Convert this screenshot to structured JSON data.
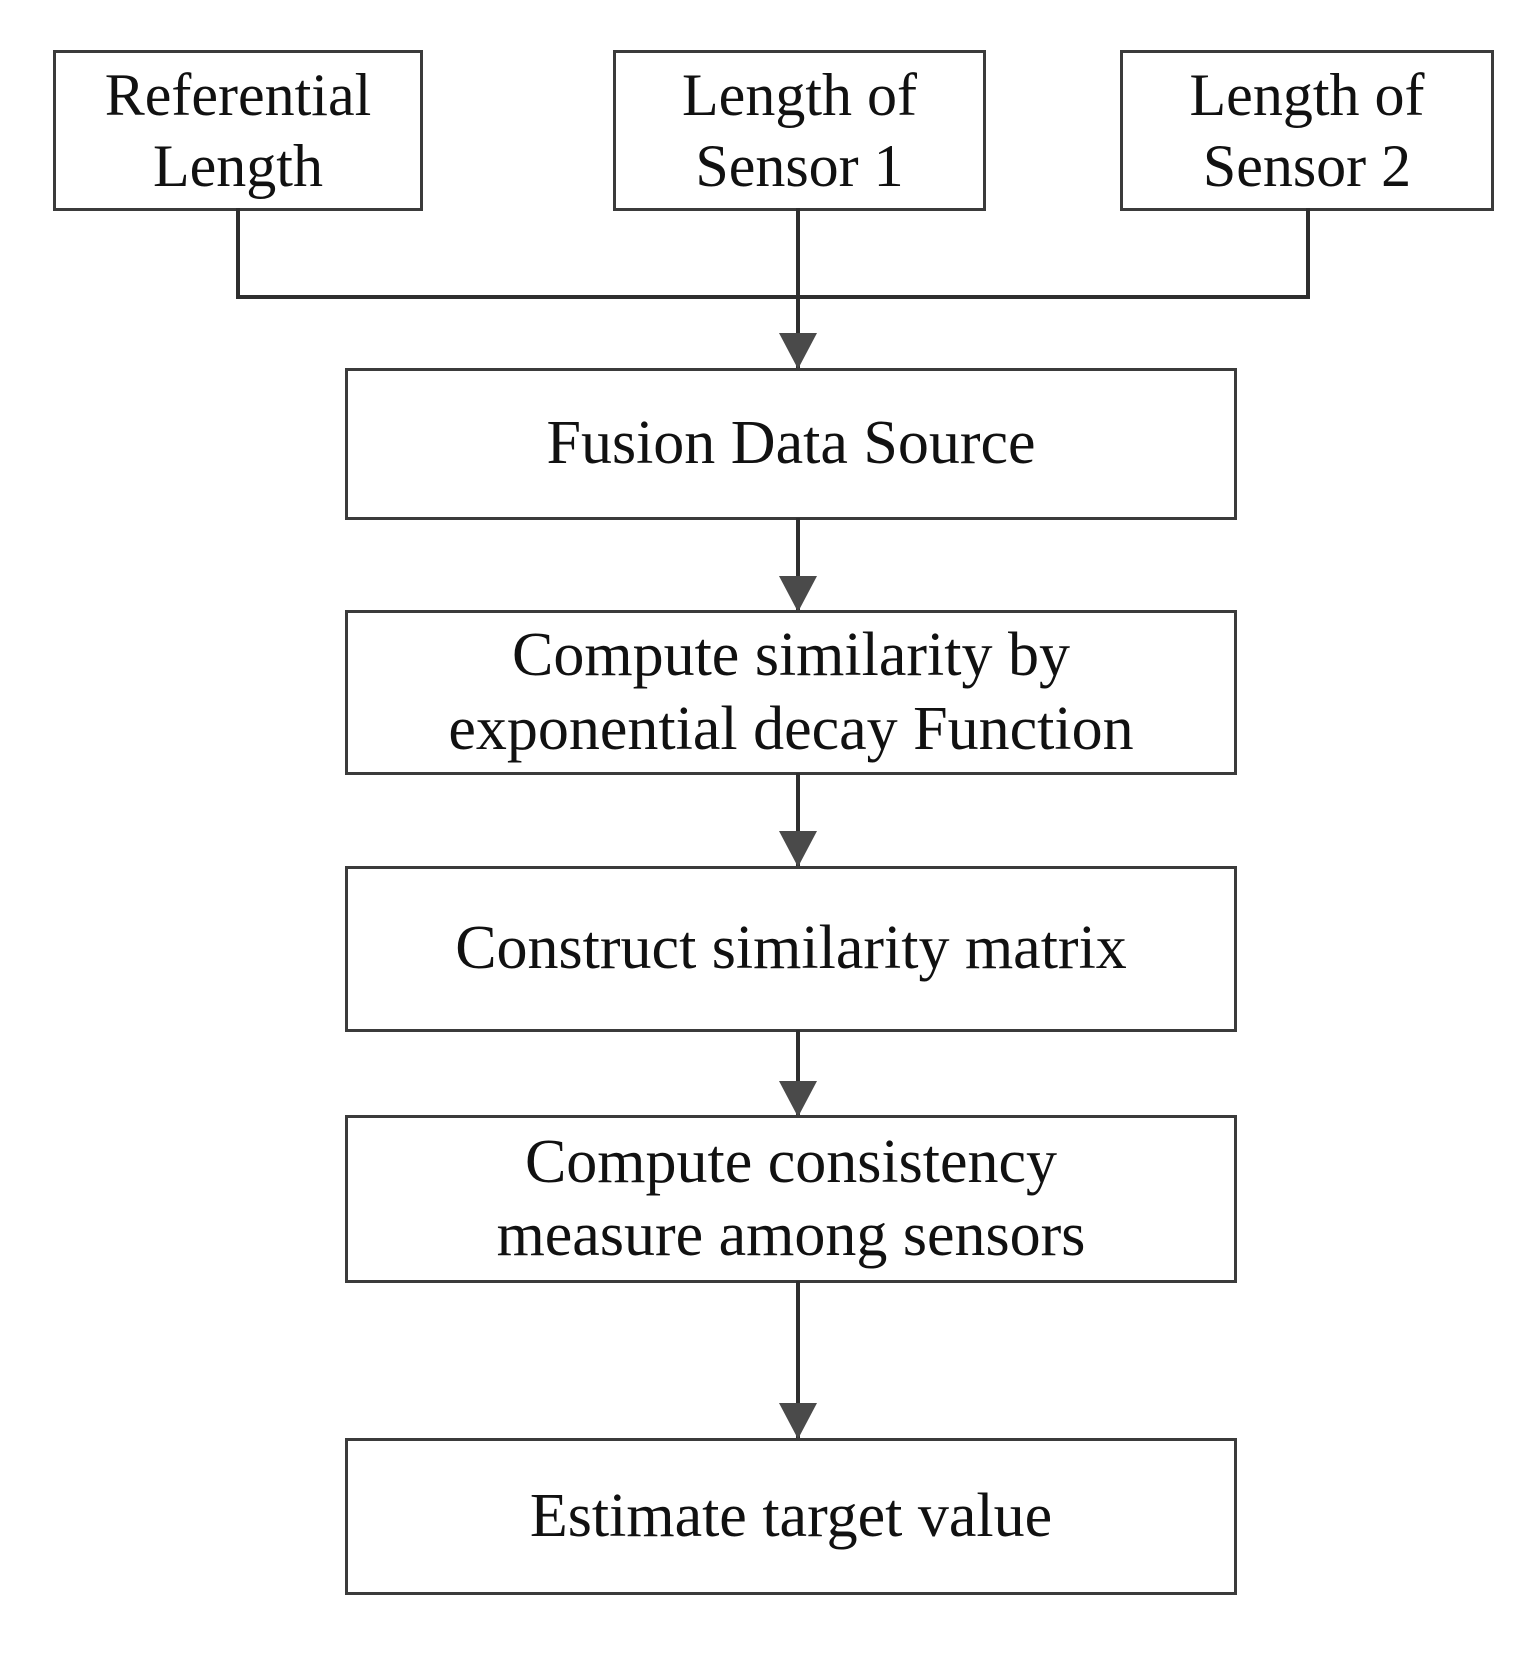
{
  "diagram": {
    "title": "Sensor Data Fusion Flowchart",
    "type": "flowchart",
    "orientation": "top-to-bottom",
    "background_color": "#ffffff",
    "box_border_color": "#3b3b3b",
    "connector_color": "#2e2e2e",
    "text_color": "#111111"
  },
  "sources": [
    {
      "id": "referential-length",
      "label": "Referential\nLength"
    },
    {
      "id": "length-sensor-1",
      "label": "Length of\nSensor 1"
    },
    {
      "id": "length-sensor-2",
      "label": "Length of\nSensor 2"
    }
  ],
  "steps": [
    {
      "id": "fusion-data-source",
      "label": "Fusion Data Source"
    },
    {
      "id": "compute-similarity",
      "label": "Compute similarity by\nexponential decay Function"
    },
    {
      "id": "construct-similarity-matrix",
      "label": "Construct similarity matrix"
    },
    {
      "id": "compute-consistency",
      "label": "Compute consistency\nmeasure among sensors"
    },
    {
      "id": "estimate-target-value",
      "label": "Estimate target value"
    }
  ],
  "connectors": [
    {
      "id": "sources-merge-bus",
      "from": [
        "referential-length",
        "length-sensor-1",
        "length-sensor-2"
      ],
      "to": "fusion-data-source",
      "style": "merge-bus-arrow"
    },
    {
      "id": "fusion-to-similarity",
      "from": "fusion-data-source",
      "to": "compute-similarity",
      "style": "straight-arrow"
    },
    {
      "id": "similarity-to-matrix",
      "from": "compute-similarity",
      "to": "construct-similarity-matrix",
      "style": "straight-arrow"
    },
    {
      "id": "matrix-to-consistency",
      "from": "construct-similarity-matrix",
      "to": "compute-consistency",
      "style": "straight-arrow"
    },
    {
      "id": "consistency-to-estimate",
      "from": "compute-consistency",
      "to": "estimate-target-value",
      "style": "straight-arrow"
    }
  ]
}
